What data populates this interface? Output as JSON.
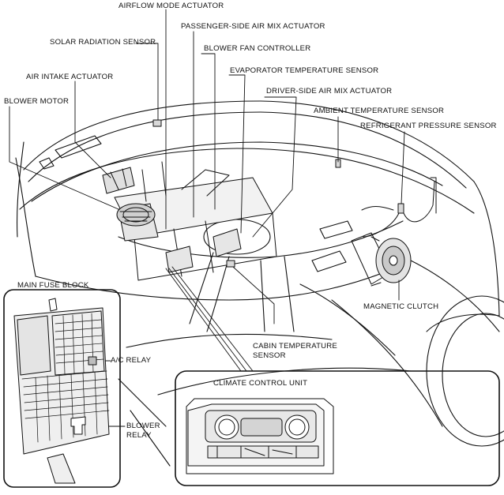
{
  "labels": {
    "airflow_mode_actuator": "AIRFLOW MODE ACTUATOR",
    "passenger_air_mix_actuator": "PASSENGER-SIDE AIR MIX ACTUATOR",
    "solar_radiation_sensor": "SOLAR RADIATION SENSOR",
    "blower_fan_controller": "BLOWER FAN CONTROLLER",
    "evaporator_temperature_sensor": "EVAPORATOR TEMPERATURE SENSOR",
    "air_intake_actuator": "AIR INTAKE ACTUATOR",
    "driver_air_mix_actuator": "DRIVER-SIDE AIR MIX ACTUATOR",
    "blower_motor": "BLOWER MOTOR",
    "ambient_temperature_sensor": "AMBIENT TEMPERATURE SENSOR",
    "refrigerant_pressure_sensor": "REFRIGERANT PRESSURE SENSOR",
    "main_fuse_block": "MAIN FUSE BLOCK",
    "magnetic_clutch": "MAGNETIC CLUTCH",
    "ac_relay": "A/C RELAY",
    "cabin_temperature_sensor_line1": "CABIN TEMPERATURE",
    "cabin_temperature_sensor_line2": "SENSOR",
    "climate_control_unit": "CLIMATE CONTROL UNIT",
    "blower_relay_line1": "BLOWER",
    "blower_relay_line2": "RELAY"
  },
  "colors": {
    "line": "#111111",
    "background": "#ffffff",
    "component_fill": "#d9d9d9"
  }
}
